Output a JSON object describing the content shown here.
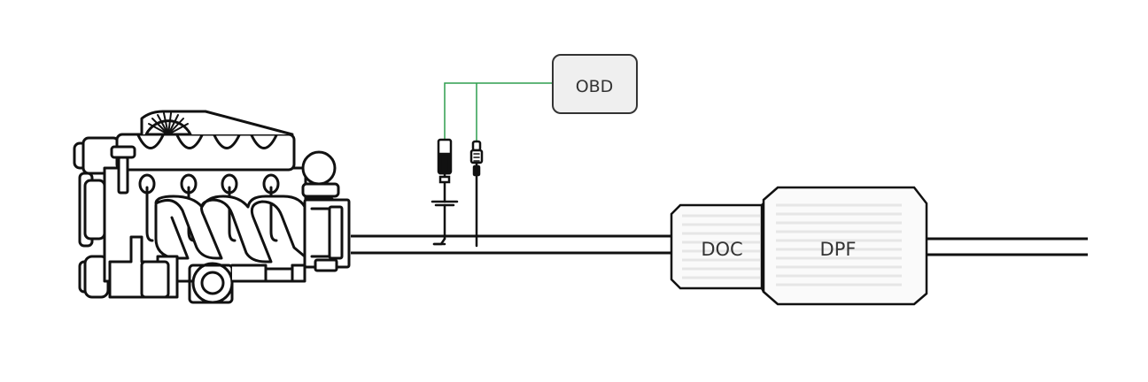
{
  "labels": {
    "obd": "OBD",
    "doc": "DOC",
    "dpf": "DPF"
  },
  "colors": {
    "line": "#111111",
    "wire": "#2e9e4f",
    "box_fill": "#efefef",
    "box_stroke": "#333333",
    "hatch": "#e6e6e6"
  },
  "icons": {
    "engine": "engine-icon",
    "sensor_a": "nox-sensor-icon",
    "sensor_b": "temperature-sensor-icon"
  }
}
